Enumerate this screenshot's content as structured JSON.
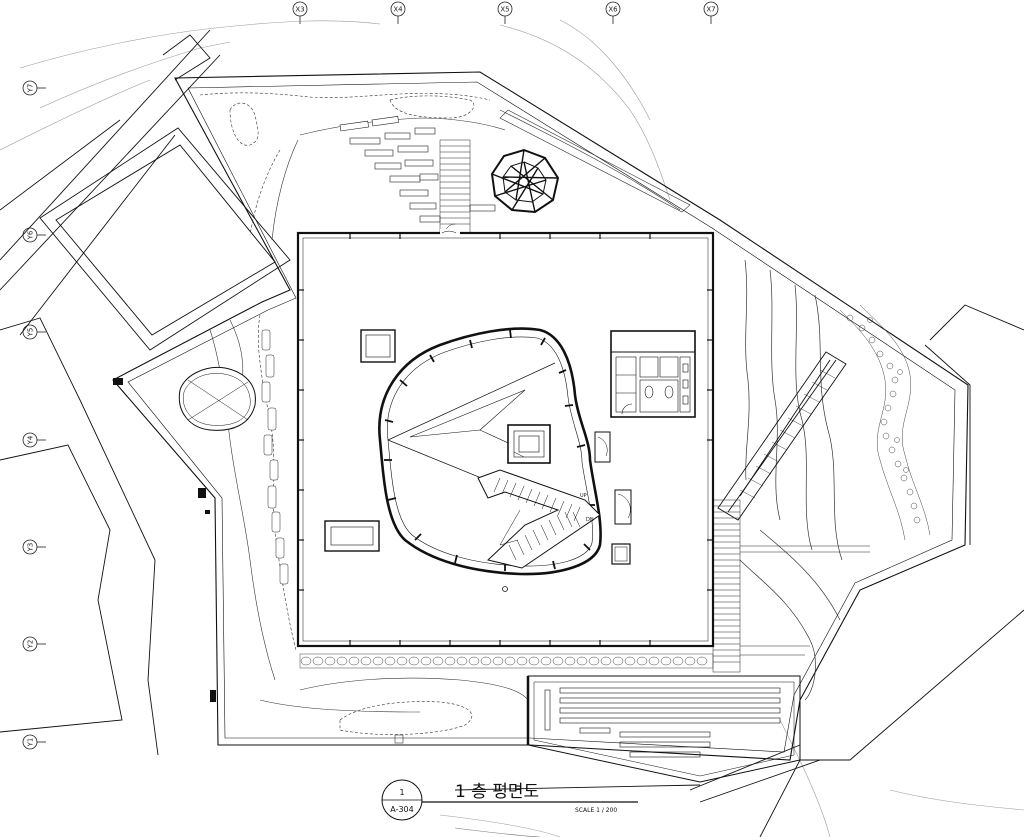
{
  "drawing": {
    "title": "1 층 평면도",
    "detail_number": "1",
    "sheet_ref": "A-304",
    "scale": "SCALE 1 / 200"
  },
  "grid": {
    "columns": [
      "X3",
      "X4",
      "X5",
      "X6",
      "X7"
    ],
    "rows": [
      "Y7",
      "Y6",
      "Y5",
      "Y4",
      "Y3",
      "Y2",
      "Y1"
    ]
  },
  "stair_labels": {
    "up": "UP",
    "down": "DN"
  }
}
